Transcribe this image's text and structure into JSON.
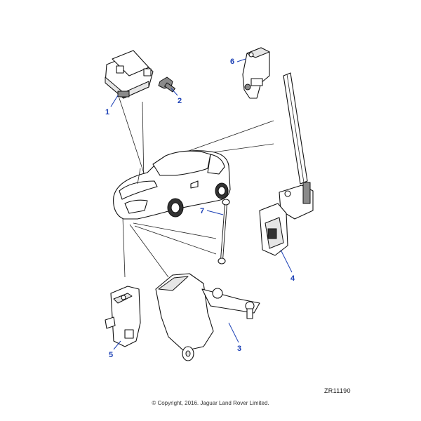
{
  "callouts": {
    "c1": "1",
    "c2": "2",
    "c3": "3",
    "c4": "4",
    "c5": "5",
    "c6": "6",
    "c7": "7"
  },
  "reference_code": "ZR11190",
  "copyright": "© Copyright, 2016. Jaguar Land Rover Limited.",
  "colors": {
    "callout": "#1a3fb5",
    "line": "#222222"
  }
}
